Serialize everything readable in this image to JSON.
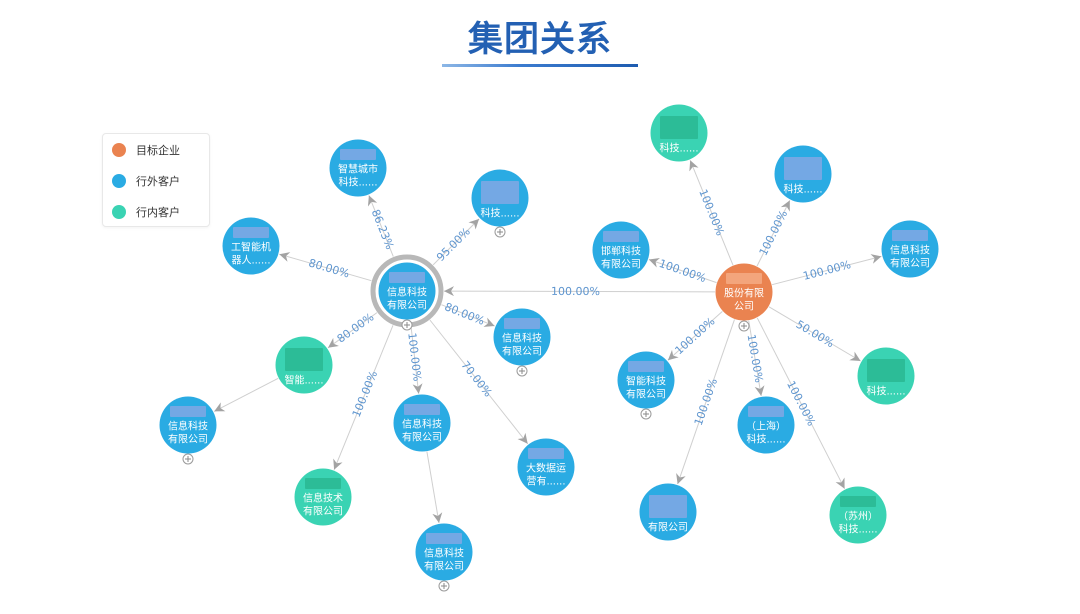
{
  "title": "集团关系",
  "legend": {
    "items": [
      {
        "label": "目标企业",
        "color": "#ea8350"
      },
      {
        "label": "行外客户",
        "color": "#2aabe3"
      },
      {
        "label": "行内客户",
        "color": "#3ad3b3"
      }
    ]
  },
  "graph": {
    "root": {
      "category": 0,
      "lines": [
        "股份有限",
        "公司"
      ],
      "masked": true,
      "expandable": true,
      "children": [
        {
          "edge_label": "100.00%",
          "category": 1,
          "lines": [
            "信息科技",
            "有限公司"
          ],
          "masked": true,
          "expandable": true,
          "selected": true,
          "children": [
            {
              "edge_label": "86.23%",
              "category": 1,
              "lines": [
                "智慧城市",
                "科技......"
              ],
              "masked": true
            },
            {
              "edge_label": "95.00%",
              "category": 1,
              "lines": [
                "科技......"
              ],
              "masked": true,
              "expandable": true
            },
            {
              "edge_label": "80.00%",
              "category": 1,
              "lines": [
                "工智能机",
                "器人......"
              ],
              "masked": true
            },
            {
              "edge_label": "80.00%",
              "category": 2,
              "lines": [
                "智能......"
              ],
              "masked": true,
              "children": [
                {
                  "category": 1,
                  "lines": [
                    "信息科技",
                    "有限公司"
                  ],
                  "masked": true,
                  "expandable": true
                }
              ]
            },
            {
              "edge_label": "80.00%",
              "category": 1,
              "lines": [
                "信息科技",
                "有限公司"
              ],
              "masked": true,
              "expandable": true
            },
            {
              "edge_label": "100.00%",
              "category": 2,
              "lines": [
                "信息技术",
                "有限公司"
              ],
              "masked": true
            },
            {
              "edge_label": "100.00%",
              "category": 1,
              "lines": [
                "信息科技",
                "有限公司"
              ],
              "masked": true,
              "children": [
                {
                  "category": 1,
                  "lines": [
                    "信息科技",
                    "有限公司"
                  ],
                  "masked": true,
                  "expandable": true
                }
              ]
            },
            {
              "edge_label": "70.00%",
              "category": 1,
              "lines": [
                "大数据运",
                "营有......"
              ],
              "masked": true
            }
          ]
        },
        {
          "edge_label": "100.00%",
          "category": 2,
          "lines": [
            "科技......"
          ],
          "masked": true
        },
        {
          "edge_label": "100.00%",
          "category": 1,
          "lines": [
            "科技......"
          ],
          "masked": true
        },
        {
          "edge_label": "100.00%",
          "category": 1,
          "lines": [
            "信息科技",
            "有限公司"
          ],
          "masked": true
        },
        {
          "edge_label": "100.00%",
          "category": 1,
          "lines": [
            "邯郸科技",
            "有限公司"
          ],
          "masked": true
        },
        {
          "edge_label": "100.00%",
          "category": 1,
          "lines": [
            "智能科技",
            "有限公司"
          ],
          "masked": true,
          "expandable": true
        },
        {
          "edge_label": "50.00%",
          "category": 2,
          "lines": [
            "科技......"
          ],
          "masked": true
        },
        {
          "edge_label": "100.00%",
          "category": 1,
          "lines": [
            "（上海）",
            "科技......"
          ],
          "masked": true
        },
        {
          "edge_label": "100.00%",
          "category": 1,
          "lines": [
            "有限公司"
          ],
          "masked": true
        },
        {
          "edge_label": "100.00%",
          "category": 2,
          "lines": [
            "（苏州）",
            "科技......"
          ],
          "masked": true
        }
      ]
    }
  }
}
